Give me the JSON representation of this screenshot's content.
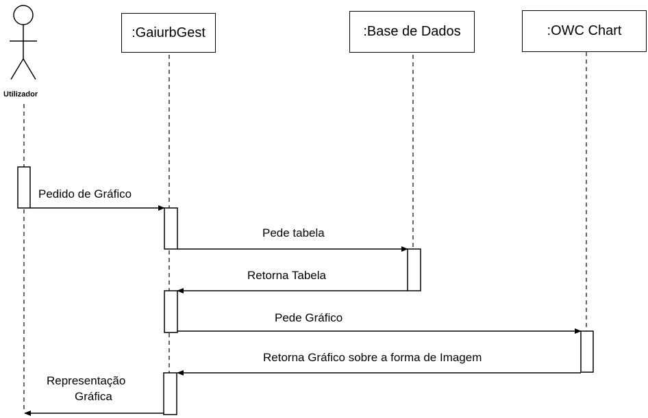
{
  "actor": {
    "name": "Utilizador"
  },
  "lifelines": [
    {
      "label": ":GaiurbGest"
    },
    {
      "label": ":Base de Dados"
    },
    {
      "label": ":OWC Chart"
    }
  ],
  "messages": [
    {
      "label": "Pedido de Gráfico"
    },
    {
      "label": "Pede tabela"
    },
    {
      "label": "Retorna Tabela"
    },
    {
      "label": "Pede Gráfico"
    },
    {
      "label": "Retorna Gráfico sobre a forma de Imagem"
    },
    {
      "label_line1": "Representação",
      "label_line2": "Gráfica"
    }
  ]
}
